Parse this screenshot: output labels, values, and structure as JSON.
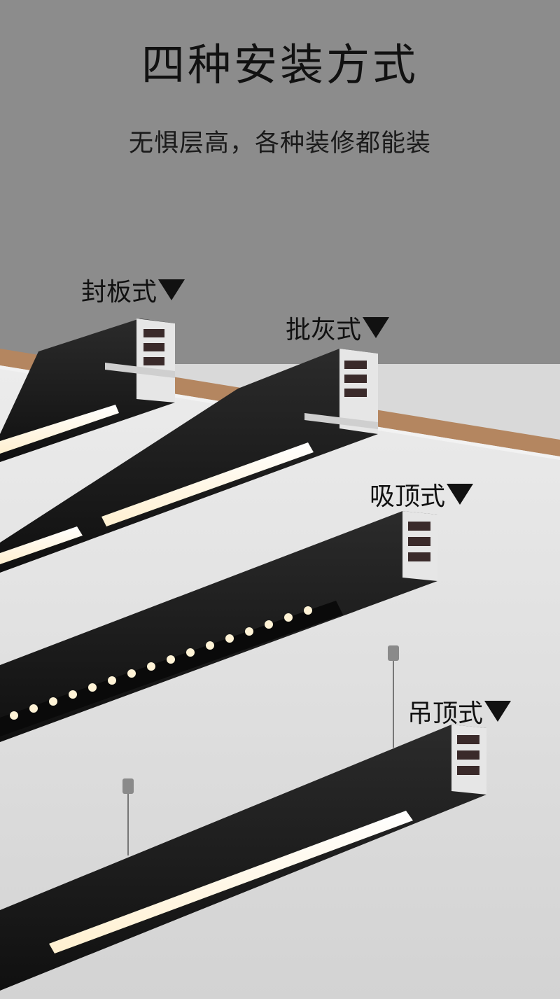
{
  "header": {
    "title": "四种安装方式",
    "subtitle": "无惧层高，各种装修都能装"
  },
  "installations": [
    {
      "label": "封板式"
    },
    {
      "label": "批灰式"
    },
    {
      "label": "吸顶式"
    },
    {
      "label": "吊顶式"
    }
  ],
  "colors": {
    "background_top": "#8c8c8c",
    "ceiling": "#e2e2e2",
    "wood": "#b48660",
    "fixture": "#1f1f1f",
    "light": "#fff6e0"
  }
}
